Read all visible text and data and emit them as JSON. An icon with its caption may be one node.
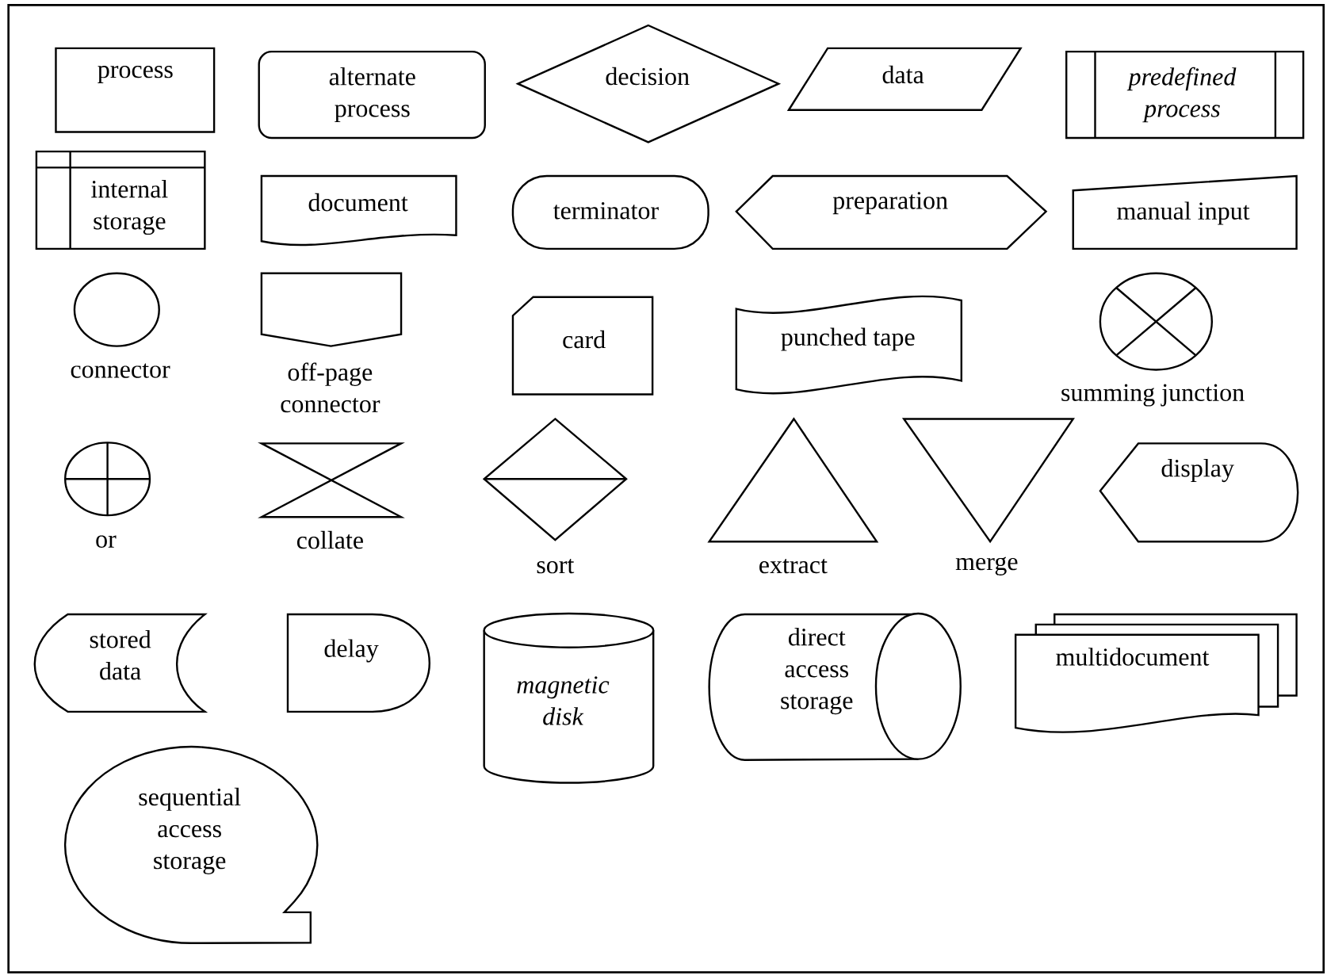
{
  "diagram": {
    "nodes": [
      {
        "text": [
          "process"
        ]
      },
      {
        "text": [
          "alternate process"
        ]
      },
      {
        "text": [
          "decision"
        ]
      },
      {
        "text": [
          "data"
        ]
      },
      {
        "text": [
          "predefined process"
        ]
      },
      {
        "text": [
          "internal storage"
        ]
      },
      {
        "text": [
          "document"
        ]
      },
      {
        "text": [
          "terminator"
        ]
      },
      {
        "text": [
          "preparation"
        ]
      },
      {
        "text": [
          "manual input"
        ]
      },
      {
        "text": [
          "connector"
        ]
      },
      {
        "text": [
          "off-page connector"
        ]
      },
      {
        "text": [
          "card"
        ]
      },
      {
        "text": [
          "punched tape"
        ]
      },
      {
        "text": [
          "summing junction"
        ]
      },
      {
        "text": [
          "or"
        ]
      },
      {
        "text": [
          "collate"
        ]
      },
      {
        "text": [
          "sort"
        ]
      },
      {
        "text": [
          "extract"
        ]
      },
      {
        "text": [
          "merge"
        ]
      },
      {
        "text": [
          "display"
        ]
      },
      {
        "text": [
          "stored data"
        ]
      },
      {
        "text": [
          "delay"
        ]
      },
      {
        "text": [
          "magnetic disk"
        ]
      },
      {
        "text": [
          "direct access storage"
        ]
      },
      {
        "text": [
          "multidocument"
        ]
      },
      {
        "text": [
          "sequential access storage"
        ]
      }
    ]
  }
}
